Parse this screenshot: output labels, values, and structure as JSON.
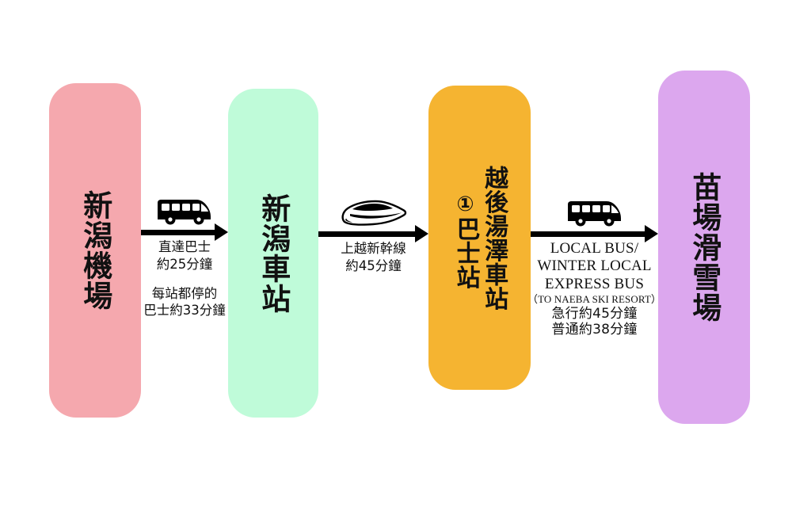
{
  "diagram": {
    "type": "transit-route-flow",
    "orientation": "left-to-right",
    "background_color": "#FFFFFF"
  },
  "nodes": [
    {
      "id": "niigata-airport",
      "label": "新潟機場",
      "color": "#F5A8AE",
      "marker": "",
      "sublabel": ""
    },
    {
      "id": "niigata-station",
      "label": "新潟車站",
      "color": "#BFFBD9",
      "marker": "",
      "sublabel": ""
    },
    {
      "id": "echigo-yuzawa-station",
      "label": "越後湯澤車站",
      "color": "#F5B431",
      "marker": "①",
      "sublabel": "巴士站"
    },
    {
      "id": "naeba-ski-resort",
      "label": "苗場滑雪場",
      "color": "#DCA7EE",
      "marker": "",
      "sublabel": ""
    }
  ],
  "segments": [
    {
      "id": "airport-to-station",
      "icon": "bus-icon",
      "lines": [
        "直達巴士",
        "約25分鐘"
      ],
      "extra_lines": [
        "每站都停的",
        "巴士約33分鐘"
      ]
    },
    {
      "id": "station-to-yuzawa",
      "icon": "shinkansen-icon",
      "lines": [
        "上越新幹線",
        "約45分鐘"
      ],
      "extra_lines": []
    },
    {
      "id": "yuzawa-to-naeba",
      "icon": "bus-icon",
      "latin_lines": [
        "LOCAL BUS/",
        "WINTER LOCAL",
        "EXPRESS BUS"
      ],
      "note": "（TO NAEBA SKI RESORT）",
      "lines": [
        "急行約45分鐘",
        "普通約38分鐘"
      ],
      "extra_lines": []
    }
  ]
}
